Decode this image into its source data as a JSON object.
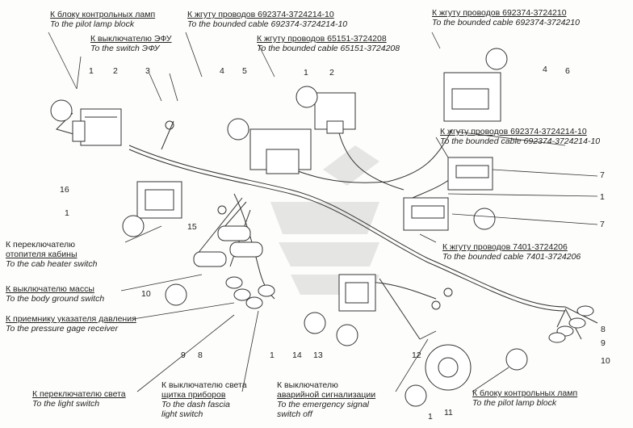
{
  "labels": {
    "l1": {
      "ru": "К блоку контрольных ламп",
      "en": "To the pilot lamp block"
    },
    "l2": {
      "ru": "К выключателю ЭФУ",
      "en": "To the switch ЭФУ"
    },
    "l3": {
      "ru": "К жгуту проводов 692374-3724214-10",
      "en": "To the bounded cable 692374-3724214-10"
    },
    "l4": {
      "ru": "К жгуту проводов 65151-3724208",
      "en": "To the bounded cable 65151-3724208"
    },
    "l5": {
      "ru": "К жгуту проводов 692374-3724210",
      "en": "To the bounded cable 692374-3724210"
    },
    "l6": {
      "ru": "К жгуту проводов 692374-3724214-10",
      "en": "To the bounded cable 692374-3724214-10"
    },
    "l7": {
      "ru": "К жгуту проводов 7401-3724206",
      "en": "To the bounded cable 7401-3724206"
    },
    "l8": {
      "ru": "К переключателю",
      "ru2": "отопителя кабины",
      "en": "To the cab heater switch"
    },
    "l9": {
      "ru": "К выключателю массы",
      "en": "To the body ground switch"
    },
    "l10": {
      "ru": "К приемнику указателя давления",
      "en": "To the pressure gage receiver"
    },
    "l11": {
      "ru": "К переключателю света",
      "en": "To the light switch"
    },
    "l12": {
      "ru": "К выключателю света",
      "ru2": "щитка приборов",
      "en": "To the dash fascia",
      "en2": "light switch"
    },
    "l13": {
      "ru": "К выключателю",
      "ru2": "аварийной сигнализации",
      "en": "To the emergency signal",
      "en2": "switch off"
    },
    "l14": {
      "ru": "К блоку контрольных ламп",
      "en": "To the pilot lamp block"
    }
  },
  "numbers": {
    "n_a": "1",
    "n_b": "2",
    "n_c": "3",
    "n_d": "4",
    "n_e": "5",
    "n_f": "1",
    "n_g": "2",
    "n_h": "4",
    "n_i": "6",
    "n_j": "7",
    "n_k": "1",
    "n_l": "7",
    "n_m": "16",
    "n_n": "1",
    "n_o": "15",
    "n_p": "10",
    "n_q": "9",
    "n_r": "8",
    "n_s": "1",
    "n_t": "14",
    "n_u": "13",
    "n_v": "12",
    "n_w": "11",
    "n_x": "8",
    "n_y": "9",
    "n_z": "10",
    "n_aa": "1"
  }
}
